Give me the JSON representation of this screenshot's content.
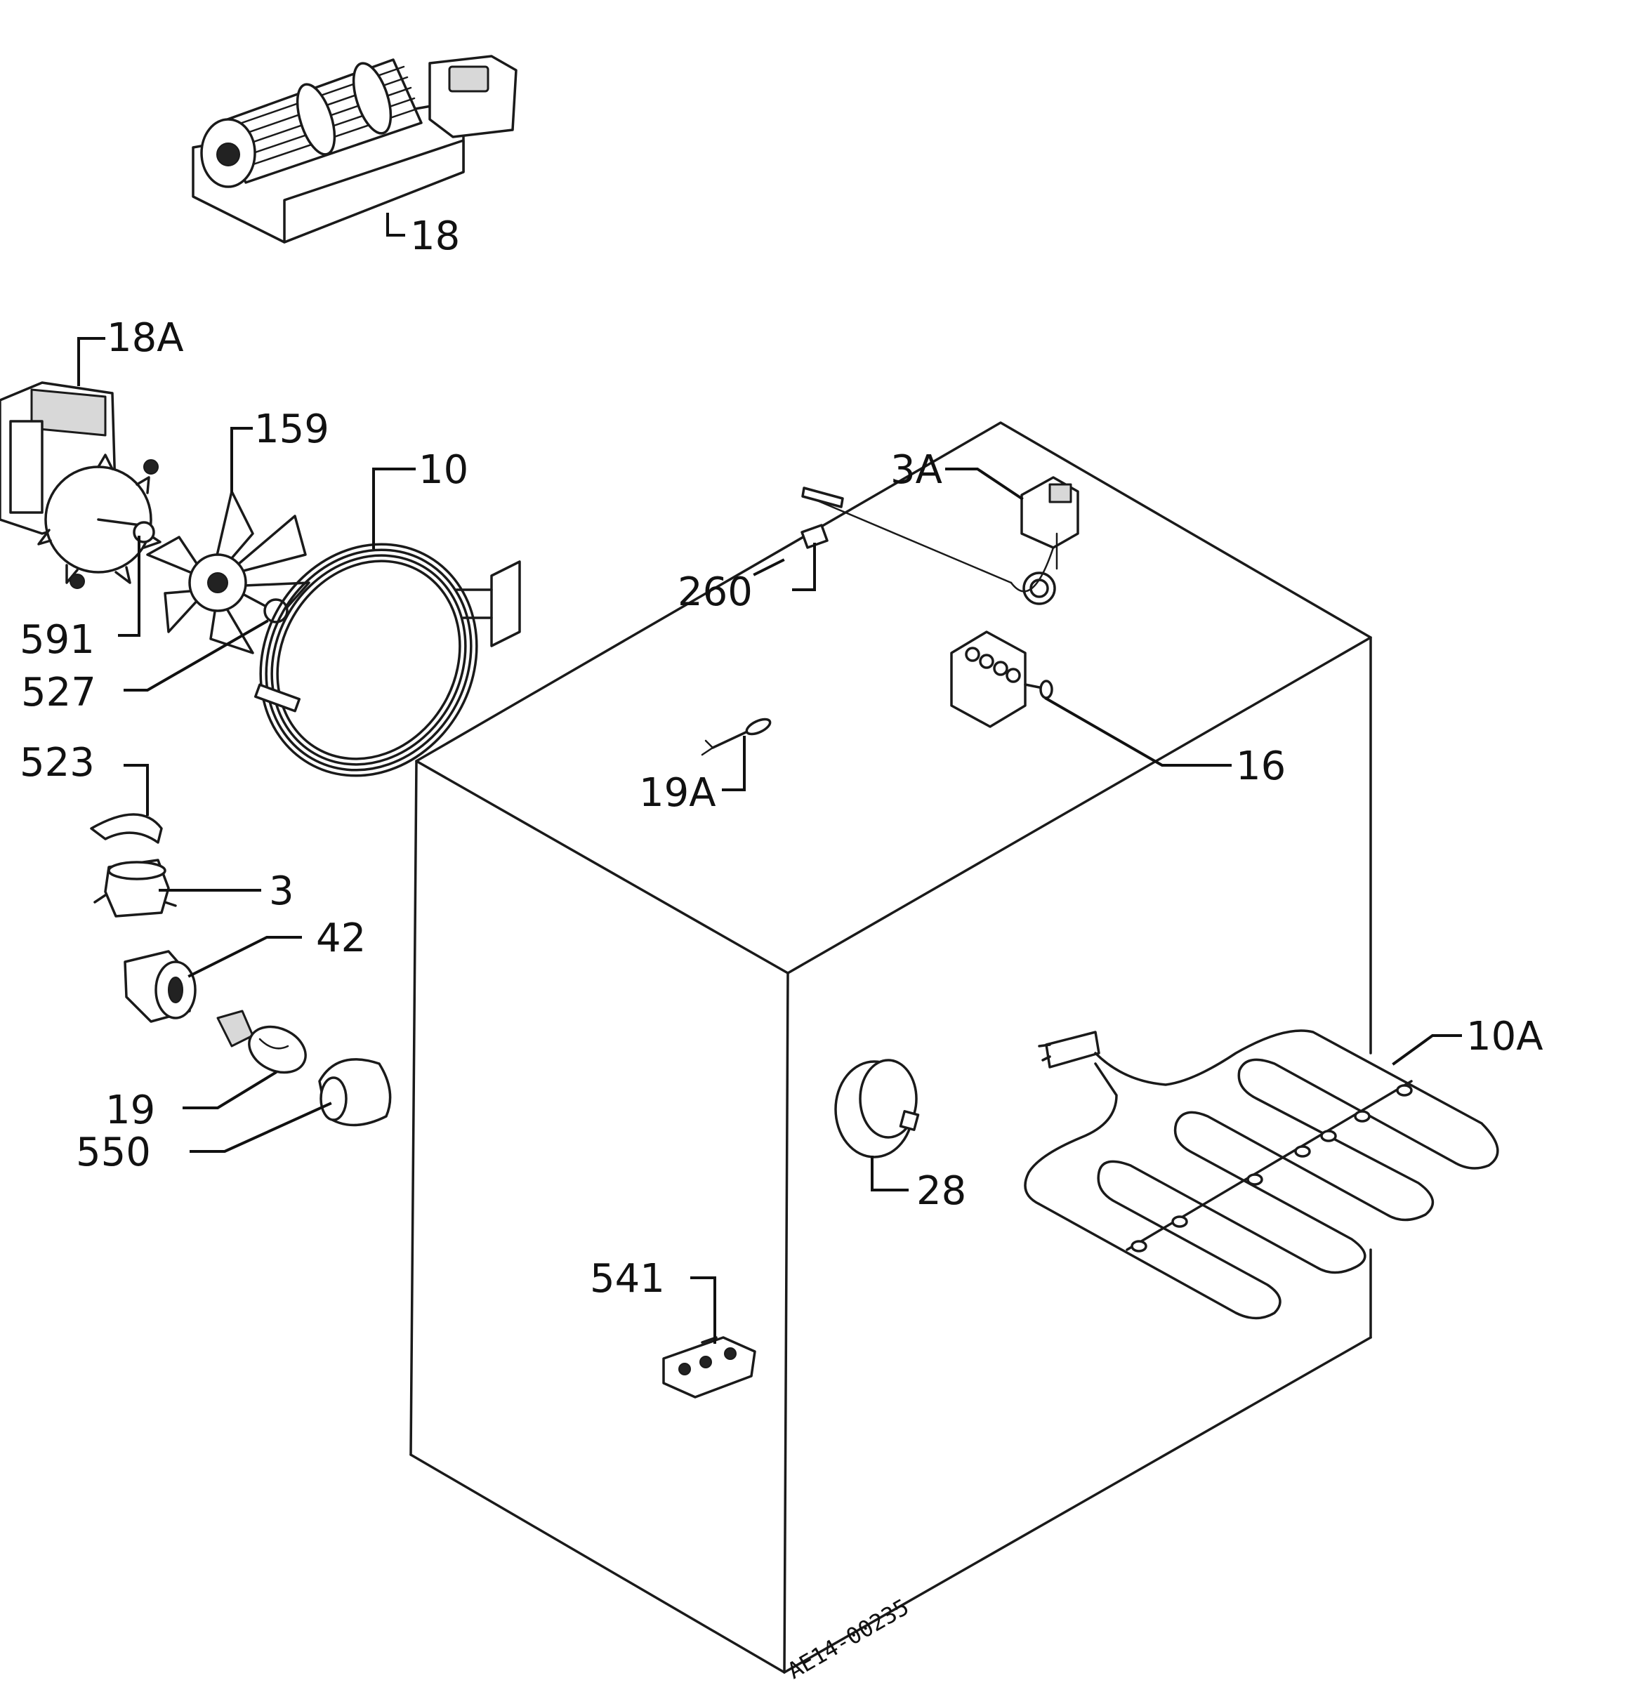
{
  "labels": {
    "p18": "18",
    "p18a": "18A",
    "p159": "159",
    "p10": "10",
    "p591": "591",
    "p527": "527",
    "p523": "523",
    "p3": "3",
    "p42": "42",
    "p19": "19",
    "p550": "550",
    "p3a": "3A",
    "p260": "260",
    "p16": "16",
    "p19a": "19A",
    "p10a": "10A",
    "p28": "28",
    "p541": "541"
  },
  "drawing_code": "AE14-00235"
}
